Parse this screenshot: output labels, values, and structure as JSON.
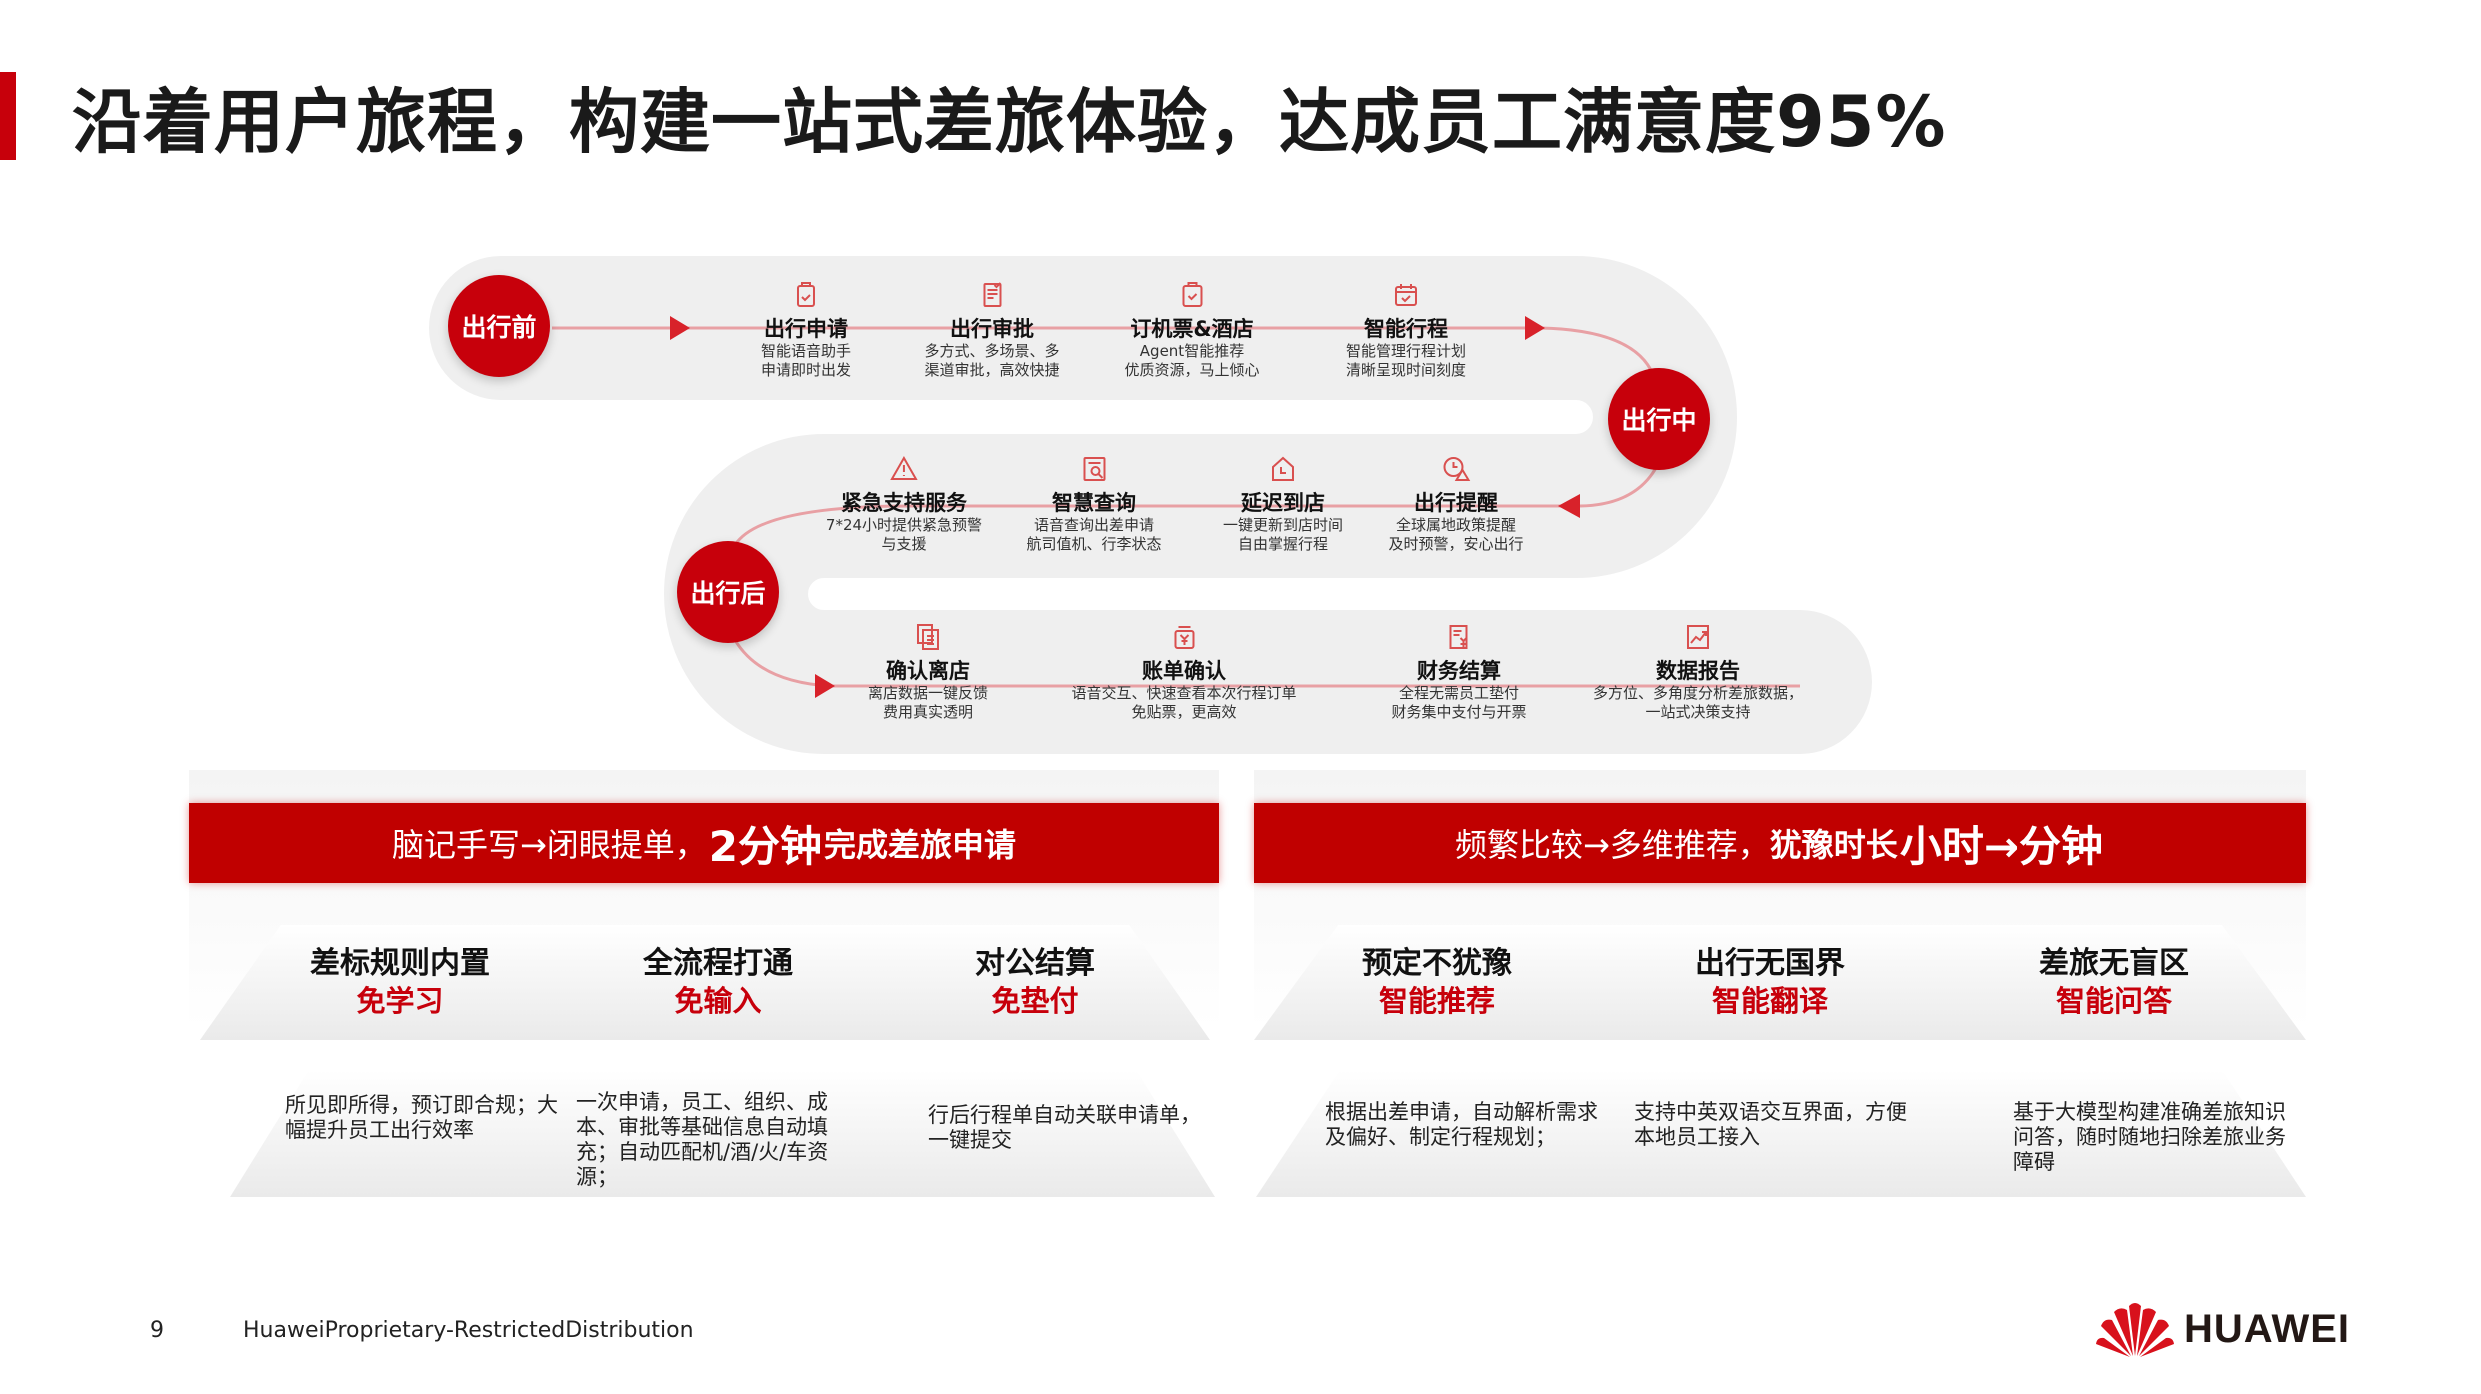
{
  "title": "沿着用户旅程，构建一站式差旅体验，达成员工满意度95%",
  "colors": {
    "accent": "#c7000b",
    "track": "#efefef"
  },
  "stages": {
    "before": "出行前",
    "during": "出行中",
    "after": "出行后"
  },
  "row1": [
    {
      "icon": "luggage-check-icon",
      "title": "出行申请",
      "desc": [
        "智能语音助手",
        "申请即时出发"
      ]
    },
    {
      "icon": "document-check-icon",
      "title": "出行审批",
      "desc": [
        "多方式、多场景、多",
        "渠道审批，高效快捷"
      ]
    },
    {
      "icon": "ticket-check-icon",
      "title": "订机票&酒店",
      "desc": [
        "Agent智能推荐",
        "优质资源，马上倾心"
      ]
    },
    {
      "icon": "calendar-check-icon",
      "title": "智能行程",
      "desc": [
        "智能管理行程计划",
        "清晰呈现时间刻度"
      ]
    }
  ],
  "row2": [
    {
      "icon": "warning-icon",
      "title": "紧急支持服务",
      "desc": [
        "7*24小时提供紧急预警",
        "与支援"
      ]
    },
    {
      "icon": "document-search-icon",
      "title": "智慧查询",
      "desc": [
        "语音查询出差申请",
        "航司值机、行李状态"
      ]
    },
    {
      "icon": "home-clock-icon",
      "title": "延迟到店",
      "desc": [
        "一键更新到店时间",
        "自由掌握行程"
      ]
    },
    {
      "icon": "clock-alert-icon",
      "title": "出行提醒",
      "desc": [
        "全球属地政策提醒",
        "及时预警，安心出行"
      ]
    }
  ],
  "row3": [
    {
      "icon": "documents-icon",
      "title": "确认离店",
      "desc": [
        "离店数据一键反馈",
        "费用真实透明"
      ]
    },
    {
      "icon": "yuan-jar-icon",
      "title": "账单确认",
      "desc": [
        "语音交互、快速查看本次行程订单",
        "免贴票，更高效"
      ]
    },
    {
      "icon": "invoice-yuan-icon",
      "title": "财务结算",
      "desc": [
        "全程无需员工垫付",
        "财务集中支付与开票"
      ]
    },
    {
      "icon": "chart-up-icon",
      "title": "数据报告",
      "desc": [
        "多方位、多角度分析差旅数据，",
        "一站式决策支持"
      ]
    }
  ],
  "left_panel": {
    "header_a": "脑记手写→闭眼提单，",
    "header_b": "2分钟",
    "header_c": "完成差旅申请",
    "cols": [
      {
        "title": "差标规则内置",
        "red": "免学习",
        "desc": "所见即所得，预订即合规；大幅提升员工出行效率"
      },
      {
        "title": "全流程打通",
        "red": "免输入",
        "desc": "一次申请，员工、组织、成本、审批等基础信息自动填充；自动匹配机/酒/火/车资源；"
      },
      {
        "title": "对公结算",
        "red": "免垫付",
        "desc": "行后行程单自动关联申请单，一键提交"
      }
    ]
  },
  "right_panel": {
    "header_a": "频繁比较→多维推荐，",
    "header_b": "犹豫时长",
    "header_c": "小时→分钟",
    "cols": [
      {
        "title": "预定不犹豫",
        "red": "智能推荐",
        "desc": "根据出差申请，自动解析需求及偏好、制定行程规划；"
      },
      {
        "title": "出行无国界",
        "red": "智能翻译",
        "desc": "支持中英双语交互界面，方便本地员工接入"
      },
      {
        "title": "差旅无盲区",
        "red": "智能问答",
        "desc": "基于大模型构建准确差旅知识问答，随时随地扫除差旅业务障碍"
      }
    ]
  },
  "footer": {
    "page": "9",
    "classification": "HuaweiProprietary-RestrictedDistribution",
    "logo": "HUAWEI"
  }
}
